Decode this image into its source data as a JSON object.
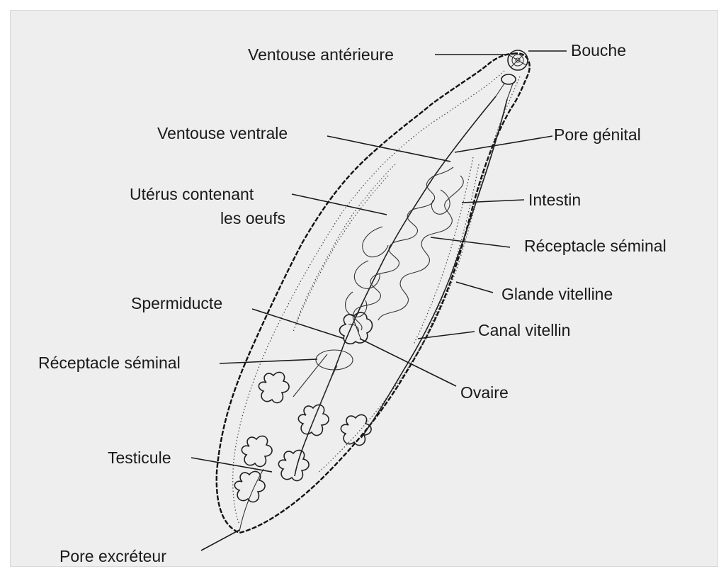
{
  "labels": {
    "ventouse_anterieure": "Ventouse antérieure",
    "bouche": "Bouche",
    "ventouse_ventrale": "Ventouse ventrale",
    "pore_genital": "Pore génital",
    "uterus_line1": "Utérus contenant",
    "uterus_line2": "les oeufs",
    "intestin": "Intestin",
    "receptacle_seminal_right": "Réceptacle séminal",
    "glande_vitelline": "Glande vitelline",
    "spermiducte": "Spermiducte",
    "canal_vitellin": "Canal vitellin",
    "receptacle_seminal_left": "Réceptacle séminal",
    "ovaire": "Ovaire",
    "testicule": "Testicule",
    "pore_excreteur": "Pore excréteur"
  }
}
